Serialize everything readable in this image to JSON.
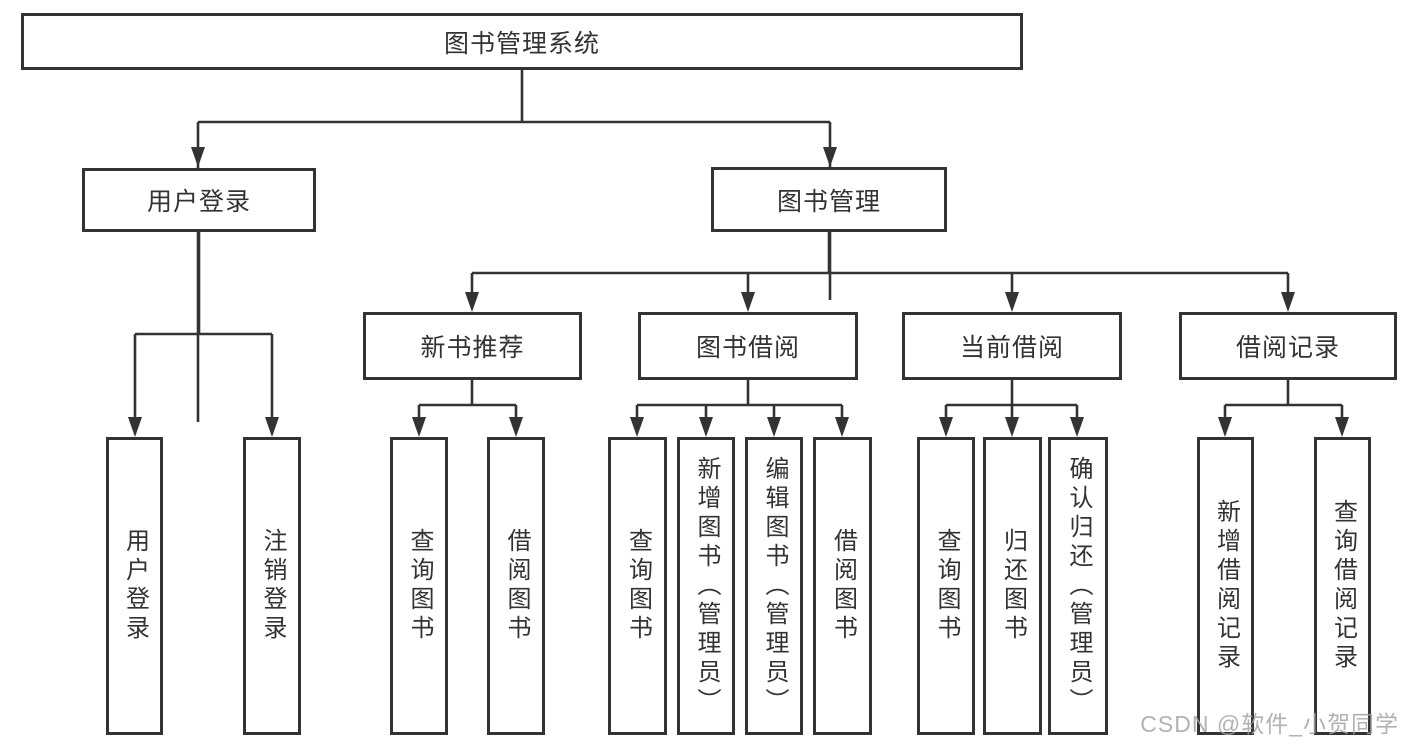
{
  "diagram": {
    "title": "图书管理系统",
    "level2": [
      "用户登录",
      "图书管理"
    ],
    "level3": [
      "新书推荐",
      "图书借阅",
      "当前借阅",
      "借阅记录"
    ],
    "leaves": {
      "user_login": [
        "用户登录",
        "注销登录"
      ],
      "new_book_rec": [
        "查询图书",
        "借阅图书"
      ],
      "book_borrow": [
        "查询图书",
        "新增图书（管理员）",
        "编辑图书（管理员）",
        "借阅图书"
      ],
      "current_borrow": [
        "查询图书",
        "归还图书",
        "确认归还（管理员）"
      ],
      "borrow_record": [
        "新增借阅记录",
        "查询借阅记录"
      ]
    }
  },
  "watermark": {
    "text": "CSDN @软件_小贺同学"
  },
  "colors": {
    "line": "#333333",
    "text": "#333333",
    "watermark": "#a5a5a5",
    "background": "#ffffff"
  }
}
